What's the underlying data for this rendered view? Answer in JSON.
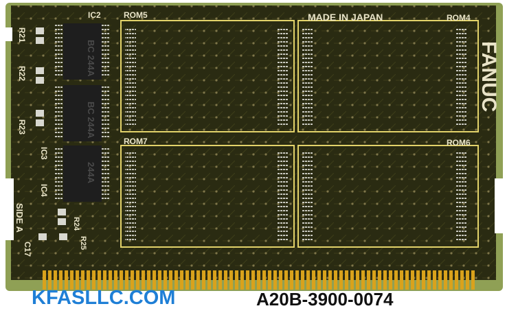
{
  "board": {
    "maker_mark": "FANUC",
    "origin_text": "MADE IN JAPAN",
    "side_text": "SIDE A",
    "chips": [
      "ROM5",
      "ROM4",
      "ROM7",
      "ROM6"
    ],
    "ic_labels": [
      "IC2",
      "IC3",
      "IC4"
    ],
    "ic_markings": [
      "BC 244A",
      "BC 244A",
      "244A"
    ],
    "resistors": [
      "R21",
      "R22",
      "R23",
      "R24",
      "R25"
    ],
    "capacitor": "C17",
    "colors": {
      "pcb": "#2a2b12",
      "silkscreen": "#e9e4c8",
      "gold_contacts": "#d9a21c",
      "substrate_edge": "#8fa055"
    }
  },
  "overlay": {
    "watermark": "KFASLLC.COM",
    "part_number": "A20B-3900-0074"
  }
}
